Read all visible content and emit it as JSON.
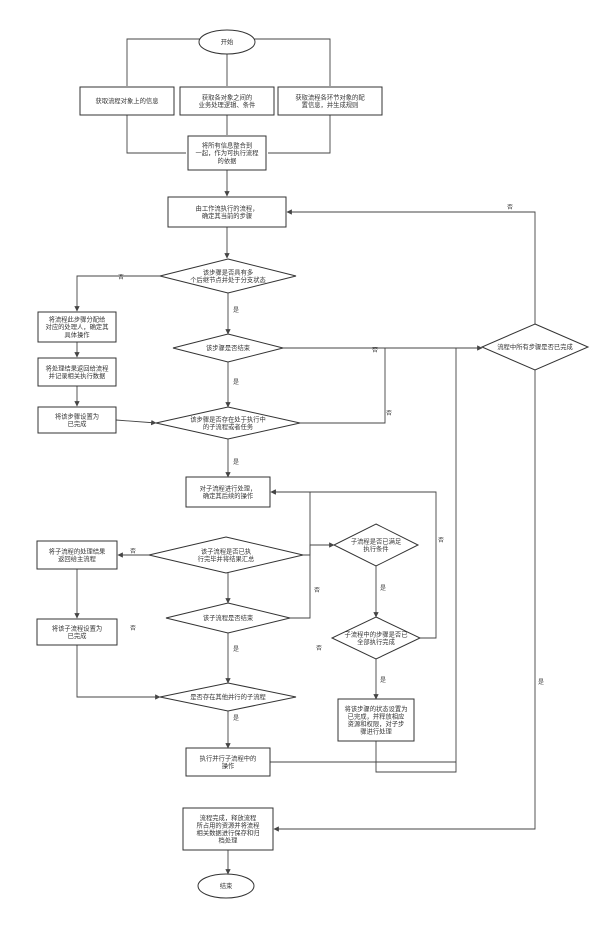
{
  "diagram": {
    "nodes": [
      {
        "id": "start",
        "shape": "ellipse",
        "lines": [
          "开始"
        ]
      },
      {
        "id": "p1",
        "shape": "rect",
        "lines": [
          "获取流程对象上的信息"
        ]
      },
      {
        "id": "p2",
        "shape": "rect",
        "lines": [
          "获取各对象之间的",
          "业务处理逻辑、条件"
        ]
      },
      {
        "id": "p3",
        "shape": "rect",
        "lines": [
          "获取流程各环节对象的配",
          "置信息，并生成规则"
        ]
      },
      {
        "id": "merge",
        "shape": "rect",
        "lines": [
          "将所有信息整合到",
          "一起，作为可执行流程",
          "的依据"
        ]
      },
      {
        "id": "exec",
        "shape": "rect",
        "lines": [
          "由工作流执行的流程，",
          "确定其当前的步骤"
        ]
      },
      {
        "id": "d1",
        "shape": "diamond",
        "lines": [
          "该步骤是否具有多",
          "个后继节点并处于分支状态"
        ]
      },
      {
        "id": "left1",
        "shape": "rect",
        "lines": [
          "将流程此步骤分配给",
          "对应的处理人，确定其",
          "具体操作"
        ]
      },
      {
        "id": "left2",
        "shape": "rect",
        "lines": [
          "将处理结果返回给流程",
          "并记录相关执行数据"
        ]
      },
      {
        "id": "left3",
        "shape": "rect",
        "lines": [
          "将该步骤设置为",
          "已完成"
        ]
      },
      {
        "id": "d2",
        "shape": "diamond",
        "lines": [
          "该步骤是否结束"
        ]
      },
      {
        "id": "d3",
        "shape": "diamond",
        "lines": [
          "该步骤是否存在处于执行中",
          "的子流程或者任务"
        ]
      },
      {
        "id": "d_right",
        "shape": "diamond",
        "lines": [
          "流程中所有步骤是否已完成"
        ]
      },
      {
        "id": "exec2",
        "shape": "rect",
        "lines": [
          "对子流程进行处理，",
          "确定其后续的操作"
        ]
      },
      {
        "id": "d4",
        "shape": "diamond",
        "lines": [
          "该子流程是否已执",
          "行完毕并将结果汇总"
        ]
      },
      {
        "id": "sub_left1",
        "shape": "rect",
        "lines": [
          "将子流程的处理结果",
          "返回给主流程"
        ]
      },
      {
        "id": "sub_left2",
        "shape": "rect",
        "lines": [
          "将该子流程设置为",
          "已完成"
        ]
      },
      {
        "id": "d5",
        "shape": "diamond",
        "lines": [
          "该子流程是否结束"
        ]
      },
      {
        "id": "d6",
        "shape": "diamond",
        "lines": [
          "是否存在其他并行的子流程"
        ]
      },
      {
        "id": "d7",
        "shape": "diamond",
        "lines": [
          "子流程是否已满足",
          "执行条件"
        ]
      },
      {
        "id": "d8",
        "shape": "diamond",
        "lines": [
          "子流程中的步骤是否已",
          "全部执行完成"
        ]
      },
      {
        "id": "right_box",
        "shape": "rect",
        "lines": [
          "将该步骤的状态设置为",
          "已完成，并释放相应",
          "资源和权限，对子步",
          "骤进行处理"
        ]
      },
      {
        "id": "proc_bottom",
        "shape": "rect",
        "lines": [
          "执行并行子流程中的",
          "操作"
        ]
      },
      {
        "id": "final",
        "shape": "rect",
        "lines": [
          "流程完成，释放流程",
          "所占用的资源并将流程",
          "相关数据进行保存和归",
          "档处理"
        ]
      },
      {
        "id": "end",
        "shape": "ellipse",
        "lines": [
          "结束"
        ]
      }
    ],
    "edge_labels": [
      {
        "id": "lbl_d1_no",
        "text": "否"
      },
      {
        "id": "lbl_d1_yes",
        "text": "是"
      },
      {
        "id": "lbl_d2_no",
        "text": "否"
      },
      {
        "id": "lbl_d2_yes",
        "text": "是"
      },
      {
        "id": "lbl_d3_no",
        "text": "否"
      },
      {
        "id": "lbl_d3_yes",
        "text": "是"
      },
      {
        "id": "lbl_dr_no",
        "text": "否"
      },
      {
        "id": "lbl_dr_yes",
        "text": "是"
      },
      {
        "id": "lbl_d4_no",
        "text": "否"
      },
      {
        "id": "lbl_d5_no",
        "text": "否"
      },
      {
        "id": "lbl_d5_yes",
        "text": "是"
      },
      {
        "id": "lbl_d6_no",
        "text": "否"
      },
      {
        "id": "lbl_d6_yes",
        "text": "是"
      },
      {
        "id": "lbl_d7_no",
        "text": "否"
      },
      {
        "id": "lbl_d7_yes",
        "text": "是"
      },
      {
        "id": "lbl_d8_yes",
        "text": "是"
      },
      {
        "id": "lbl_d8_no",
        "text": "否"
      }
    ]
  }
}
